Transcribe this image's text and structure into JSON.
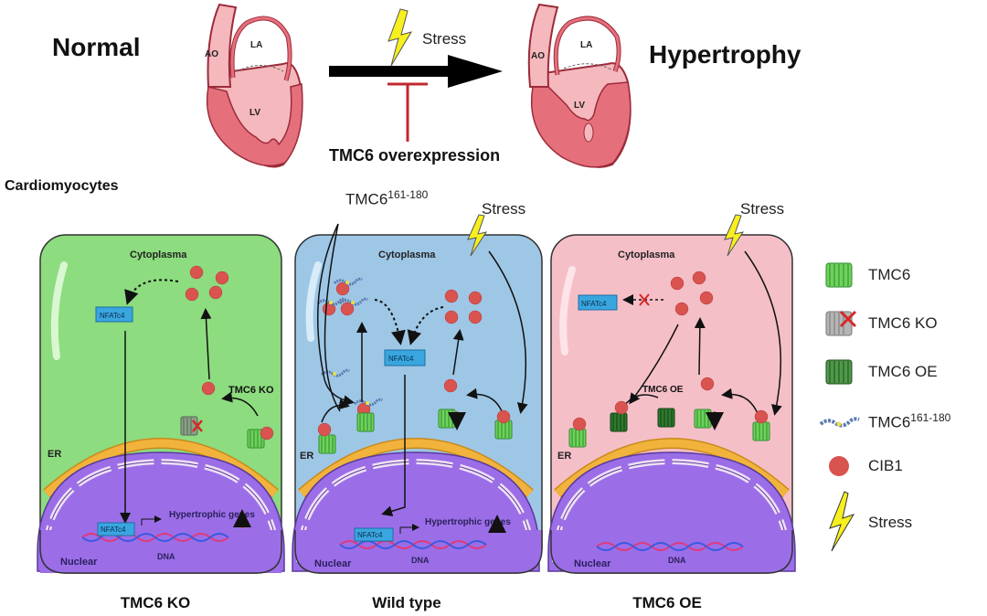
{
  "header": {
    "normal_label": "Normal",
    "hypertrophy_label": "Hypertrophy",
    "stress_label": "Stress",
    "inhibitor_label": "TMC6 overexpression",
    "heart_labels": {
      "ao": "AO",
      "la": "LA",
      "lv": "LV"
    }
  },
  "section_label": "Cardiomyocytes",
  "peptide_label": {
    "base": "TMC6",
    "sup": "161-180"
  },
  "stress_label": "Stress",
  "panels": [
    {
      "title": "TMC6 KO",
      "bg_color": "#8ddc7f",
      "cytoplasm_label": "Cytoplasma",
      "er_label": "ER",
      "nuclear_label": "Nuclear",
      "dna_label": "DNA",
      "nfat_label": "NFATc4",
      "nfat_nuclear_label": "NFATc4",
      "genes_label": "Hypertrophic genes",
      "annotation": "TMC6 KO"
    },
    {
      "title": "Wild type",
      "bg_color": "#9ec7e6",
      "cytoplasm_label": "Cytoplasma",
      "er_label": "ER",
      "nuclear_label": "Nuclear",
      "dna_label": "DNA",
      "nfat_label": "NFATc4",
      "nfat_nuclear_label": "NFATc4",
      "genes_label": "Hypertrophic genes"
    },
    {
      "title": "TMC6 OE",
      "bg_color": "#f5bfc8",
      "cytoplasm_label": "Cytoplasma",
      "er_label": "ER",
      "nuclear_label": "Nuclear",
      "dna_label": "DNA",
      "nfat_label": "NFATc4",
      "annotation": "TMC6 OE"
    }
  ],
  "legend": [
    {
      "icon": "tmc6-icon",
      "label": "TMC6"
    },
    {
      "icon": "tmc6-ko-icon",
      "label": "TMC6 KO"
    },
    {
      "icon": "tmc6-oe-icon",
      "label": "TMC6 OE"
    },
    {
      "icon": "peptide-icon",
      "label": "TMC6",
      "sup": "161-180"
    },
    {
      "icon": "cib1-icon",
      "label": "CIB1"
    },
    {
      "icon": "lightning-icon",
      "label": "Stress"
    }
  ],
  "colors": {
    "cib1": "#d9534f",
    "er": "#f2b33d",
    "nucleus": "#9b6ee8",
    "nfat": "#3aa6e0",
    "heart_light": "#f4b8bd",
    "heart_dark": "#e5707c",
    "inhibit_red": "#c0282d",
    "lightning": "#f7f01e"
  }
}
